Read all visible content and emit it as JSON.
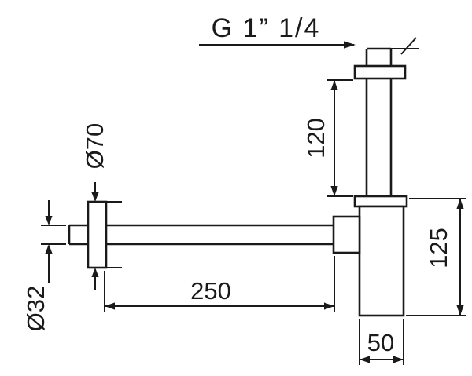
{
  "drawing": {
    "thread_label": "G 1” 1/4",
    "dims": {
      "inlet_height": "120",
      "body_height": "125",
      "outlet_length": "250",
      "body_width": "50",
      "flange_diameter": "Ø70",
      "pipe_diameter": "Ø32"
    }
  }
}
